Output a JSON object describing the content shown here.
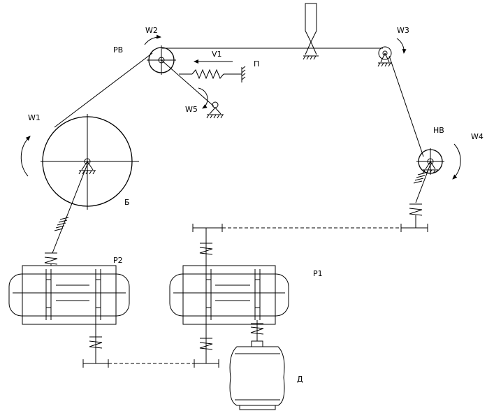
{
  "labels": {
    "w1": "W1",
    "w2": "W2",
    "w3": "W3",
    "w4": "W4",
    "w5": "W5",
    "v1": "V1",
    "rv": "РВ",
    "nv": "НВ",
    "p": "П",
    "b": "Б",
    "p1": "Р1",
    "p2": "Р2",
    "d": "Д"
  }
}
